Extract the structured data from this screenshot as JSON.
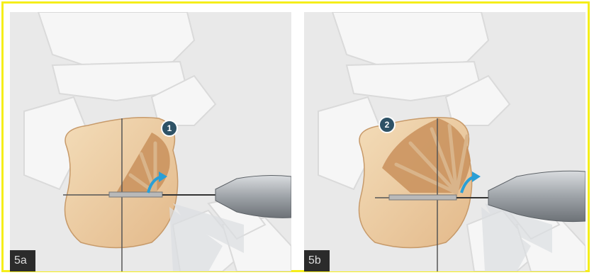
{
  "colors": {
    "border": "#f5ee1a",
    "badge": "#2e5266",
    "arrow": "#2a9fd6",
    "bone": "#efd1a6",
    "shaded_sector": "#c9915c",
    "instrument": "#9aa0a6"
  },
  "panels": [
    {
      "step_label": "5a",
      "badge_number": "1",
      "icon": "curved-arrow-icon"
    },
    {
      "step_label": "5b",
      "badge_number": "2",
      "icon": "curved-arrow-icon"
    }
  ]
}
